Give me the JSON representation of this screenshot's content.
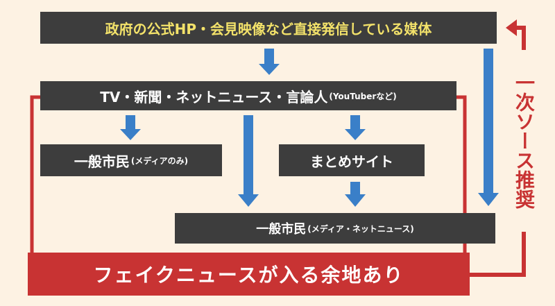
{
  "boxes": {
    "government": "政府の公式HP・会見映像など直接発信している媒体",
    "media_main": "TV・新聞・ネットニュース・言論人",
    "media_sub": "(YouTuberなど)",
    "citizen1_main": "一般市民",
    "citizen1_sub": "(メディアのみ)",
    "summary_site": "まとめサイト",
    "citizen2_main": "一般市民",
    "citizen2_sub": "(メディア・ネットニュース)"
  },
  "fake_news_banner": "フェイクニュースが入る余地あり",
  "side_label": "一次ソース推奨",
  "colors": {
    "background": "#fdf2e3",
    "box": "#3d3d3d",
    "highlight_text": "#f3e26a",
    "arrow": "#3a7fc8",
    "accent_red": "#c83333"
  }
}
